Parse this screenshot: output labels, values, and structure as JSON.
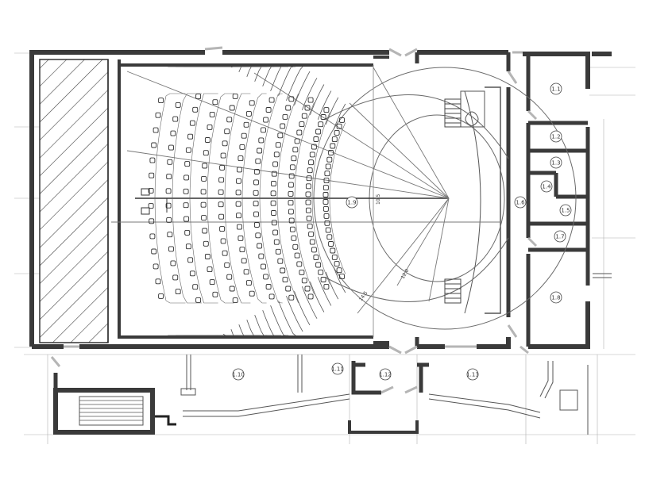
{
  "colors": {
    "wall": "#3a3a3a",
    "line": "#555555",
    "thin": "#8a8a8a",
    "door": "#b5b5b5",
    "hatch": "#444444",
    "seat": "#333333",
    "background": "#ffffff"
  },
  "rooms": [
    {
      "label": "1.1"
    },
    {
      "label": "1.2"
    },
    {
      "label": "1.3"
    },
    {
      "label": "1.4"
    },
    {
      "label": "1.5"
    },
    {
      "label": "1.6"
    },
    {
      "label": "1.7"
    },
    {
      "label": "1.8"
    },
    {
      "label": "1.9"
    },
    {
      "label": "1.10"
    },
    {
      "label": "1.11"
    },
    {
      "label": "1.12"
    },
    {
      "label": "1.13"
    }
  ],
  "dimension_labels": [
    {
      "text": "10.5"
    },
    {
      "text": "12.0"
    },
    {
      "text": "14.5"
    }
  ],
  "seating": {
    "rows": 11,
    "seats_per_row": 24
  }
}
